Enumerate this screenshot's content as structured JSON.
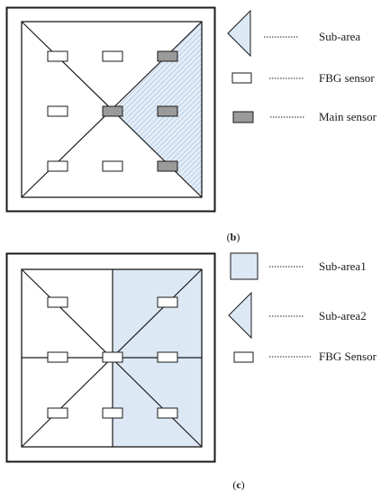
{
  "panel_b": {
    "legend": {
      "subarea": "Sub-area",
      "fbg_sensor": "FBG sensor",
      "main_sensor": "Main sensor"
    },
    "caption": {
      "open": "(",
      "letter": "b",
      "close": ")"
    }
  },
  "panel_c": {
    "legend": {
      "subarea1": "Sub-area1",
      "subarea2": "Sub-area2",
      "fbg_sensor": "FBG Sensor"
    },
    "caption": {
      "open": "(",
      "letter": "c",
      "close": ")"
    }
  },
  "colors": {
    "line": "#1a1a1a",
    "subarea_fill": "#dce8f4",
    "hatch_stroke": "#9fbad6",
    "main_sensor_fill": "#9a9a9a",
    "sensor_fill": "#ffffff"
  }
}
